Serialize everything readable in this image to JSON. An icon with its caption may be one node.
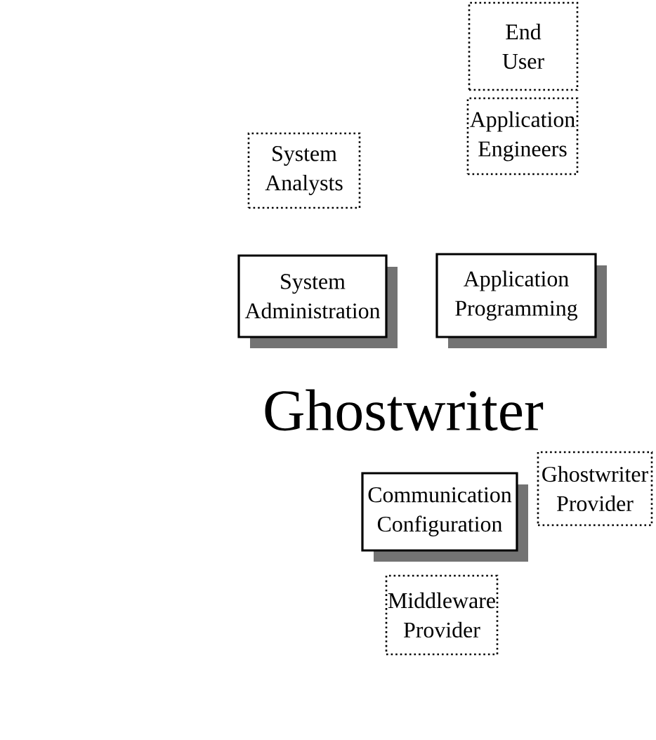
{
  "diagram": {
    "nodes": [
      {
        "text": [
          "End User"
        ]
      },
      {
        "text": [
          "Application Engineers"
        ]
      },
      {
        "text": [
          "System Analysts"
        ]
      },
      {
        "text": [
          "System Administration"
        ]
      },
      {
        "text": [
          "Application Programming"
        ]
      },
      {
        "text": [
          "Communication Configuration"
        ]
      },
      {
        "text": [
          "Ghostwriter Provider"
        ]
      },
      {
        "text": [
          "Middleware Provider"
        ]
      }
    ],
    "labels": [
      "Ghostwriter"
    ]
  }
}
